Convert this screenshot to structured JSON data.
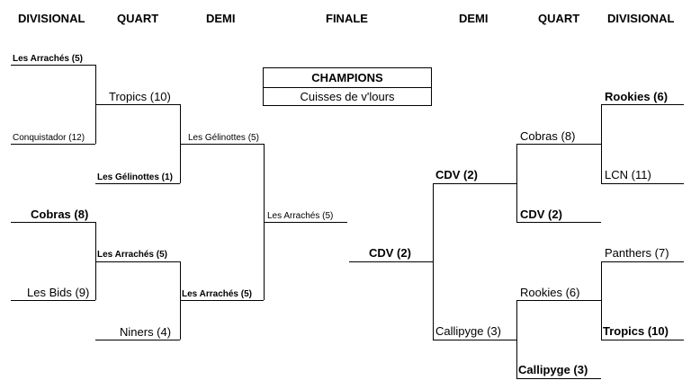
{
  "headers": {
    "left_divisional": "DIVISIONAL",
    "left_quart": "QUART",
    "left_demi": "DEMI",
    "finale": "FINALE",
    "right_demi": "DEMI",
    "right_quart": "QUART",
    "right_divisional": "DIVISIONAL"
  },
  "champions": {
    "title": "CHAMPIONS",
    "name": "Cuisses de v'lours"
  },
  "left": {
    "divisional": [
      "Les Arrachés (5)",
      "Conquistador (12)",
      "Cobras (8)",
      "Les Bids (9)"
    ],
    "quart": [
      "Tropics (10)",
      "Les Gélinottes (1)",
      "Les Arrachés (5)",
      "Niners (4)"
    ],
    "demi": [
      "Les Gélinottes (5)",
      "Les Arrachés (5)"
    ],
    "final": "Les Arrachés (5)"
  },
  "right": {
    "divisional": [
      "Rookies (6)",
      "LCN (11)",
      "Panthers (7)",
      "Tropics (10)"
    ],
    "quart": [
      "Cobras (8)",
      "CDV (2)",
      "Rookies (6)",
      "Callipyge (3)"
    ],
    "demi": [
      "CDV (2)",
      "Callipyge (3)"
    ],
    "final": "CDV (2)"
  }
}
